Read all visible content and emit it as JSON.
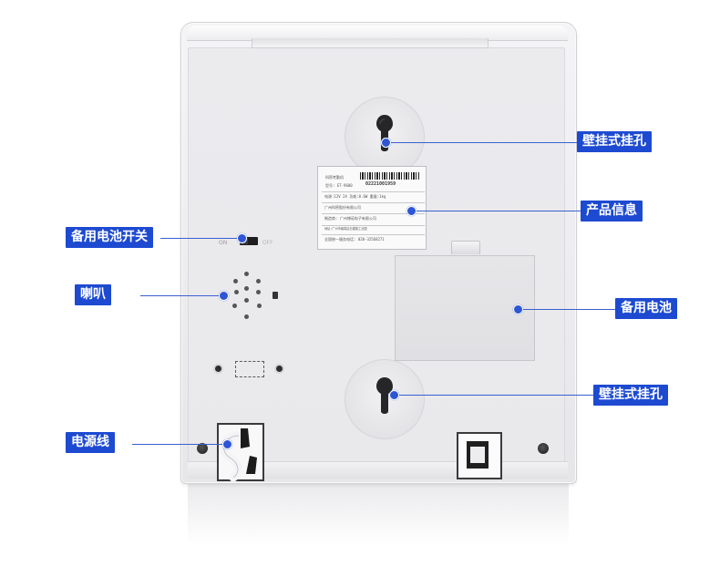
{
  "colors": {
    "label_bg": "#1d4ad1",
    "label_text": "#ffffff",
    "device_body": "#ececee",
    "leader_line": "#3a5fd0"
  },
  "callouts": {
    "wall_hole_top": "壁挂式挂孔",
    "product_info": "产品信息",
    "backup_battery_switch": "备用电池开关",
    "speaker": "喇叭",
    "backup_battery": "备用电池",
    "wall_hole_bottom": "壁挂式挂孔",
    "power_cord": "电源线"
  },
  "device": {
    "switch_on": "ON",
    "switch_off": "OFF",
    "sticker": {
      "title": "科密考勤机",
      "serial": "02221001959",
      "model": "型号: ET-9600",
      "power_spec": "电源:12V 2A 功耗:0.6W 重量:1kg",
      "company": "广州科密股份有限公司",
      "manufacturer": "制造商: 广州博诺电子有限公司",
      "address": "地址:广州市番禺区石楼镇工业园",
      "hotline": "全国统一服务电话: 020-32568271"
    }
  }
}
